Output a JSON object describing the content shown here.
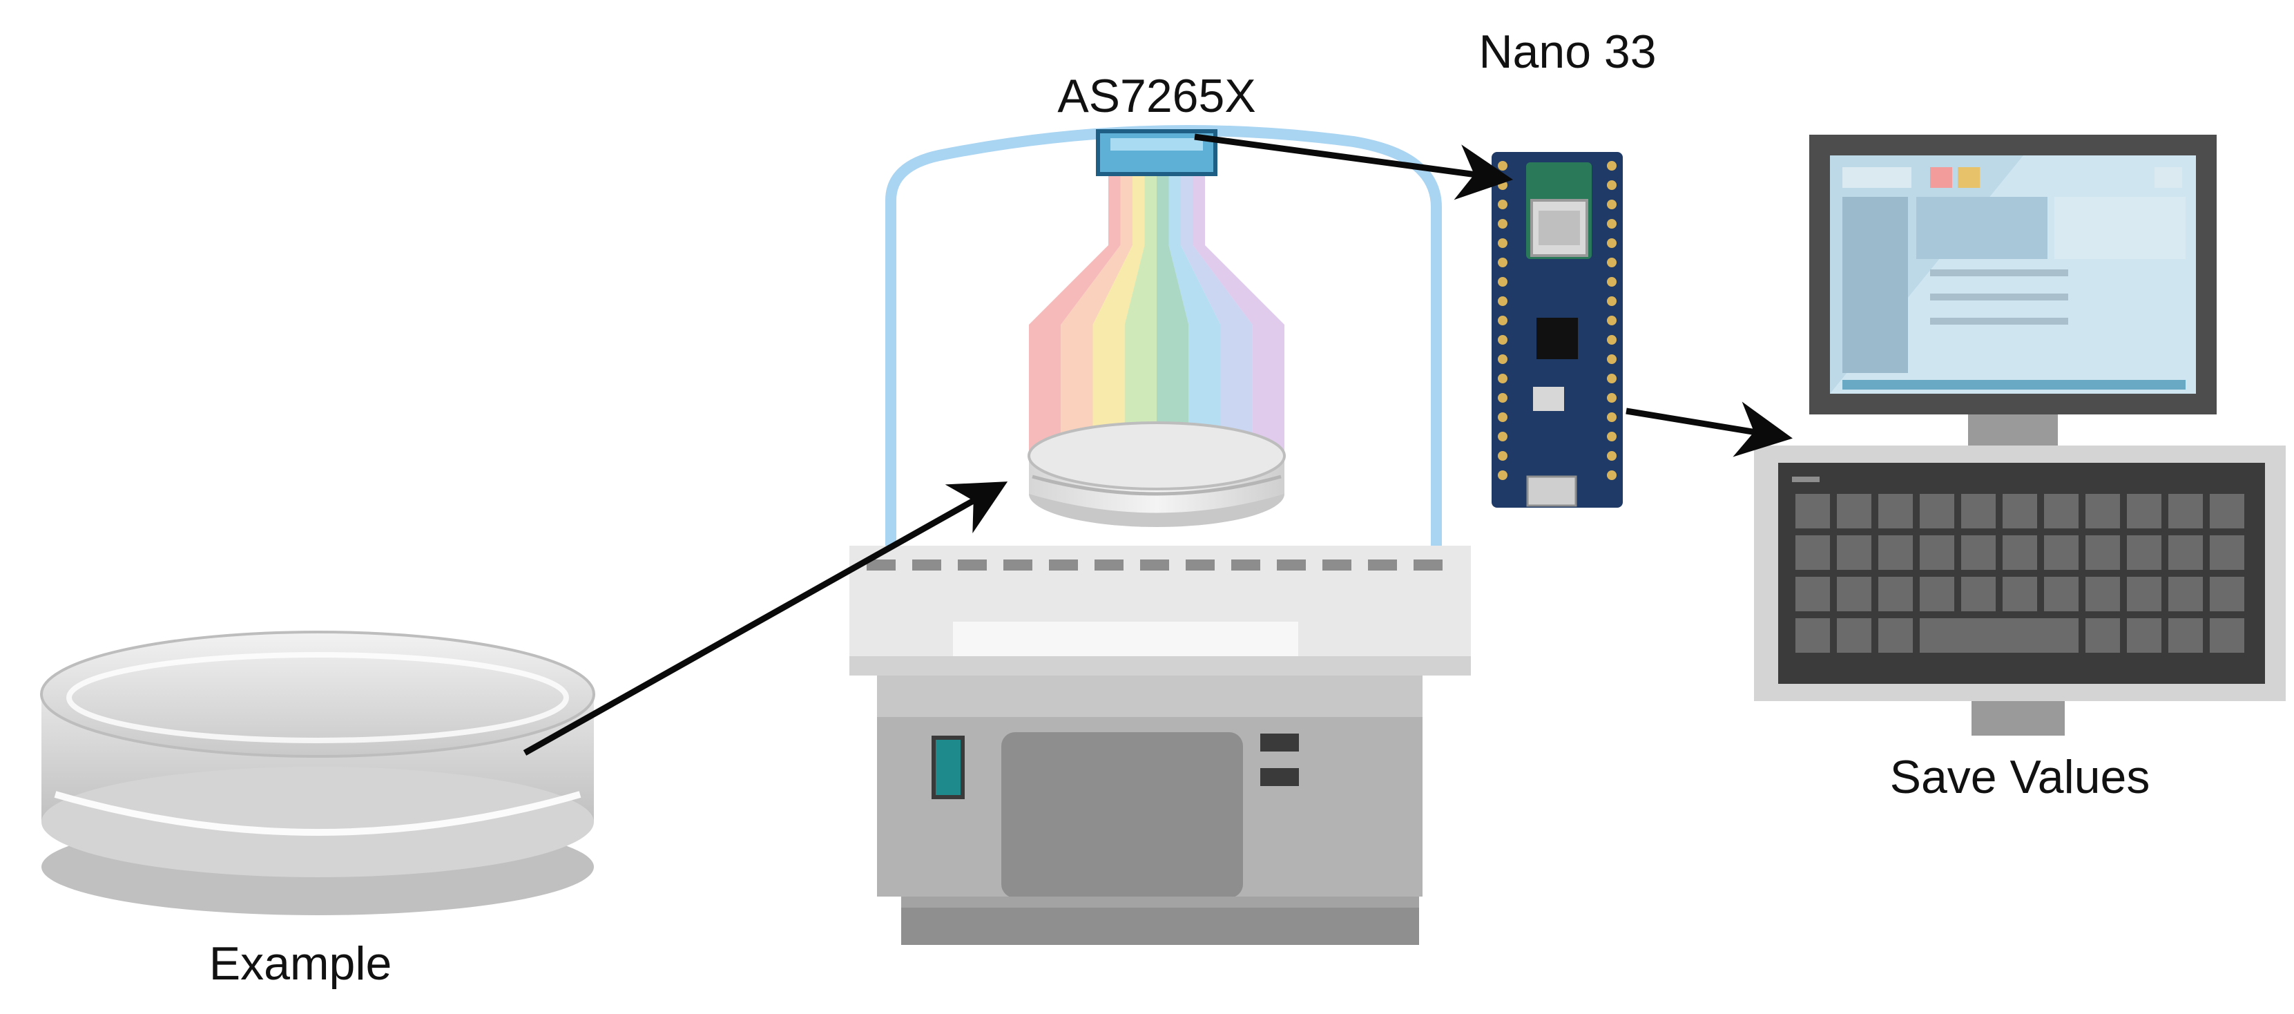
{
  "labels": {
    "sample": "Example",
    "sensor": "AS7265X",
    "board": "Nano 33",
    "computer": "Save Values"
  },
  "colors": {
    "arrow": "#0a0a0a",
    "dome": "#a9d4f2",
    "board": "#1f3a66",
    "sensor": "#5fb0d6",
    "spectrum": [
      "#f4a3a3",
      "#f7c2a6",
      "#f6e38e",
      "#bfe3a0",
      "#8fcbb0",
      "#9ed3ee",
      "#b8c8ee",
      "#d6b9e6"
    ]
  }
}
